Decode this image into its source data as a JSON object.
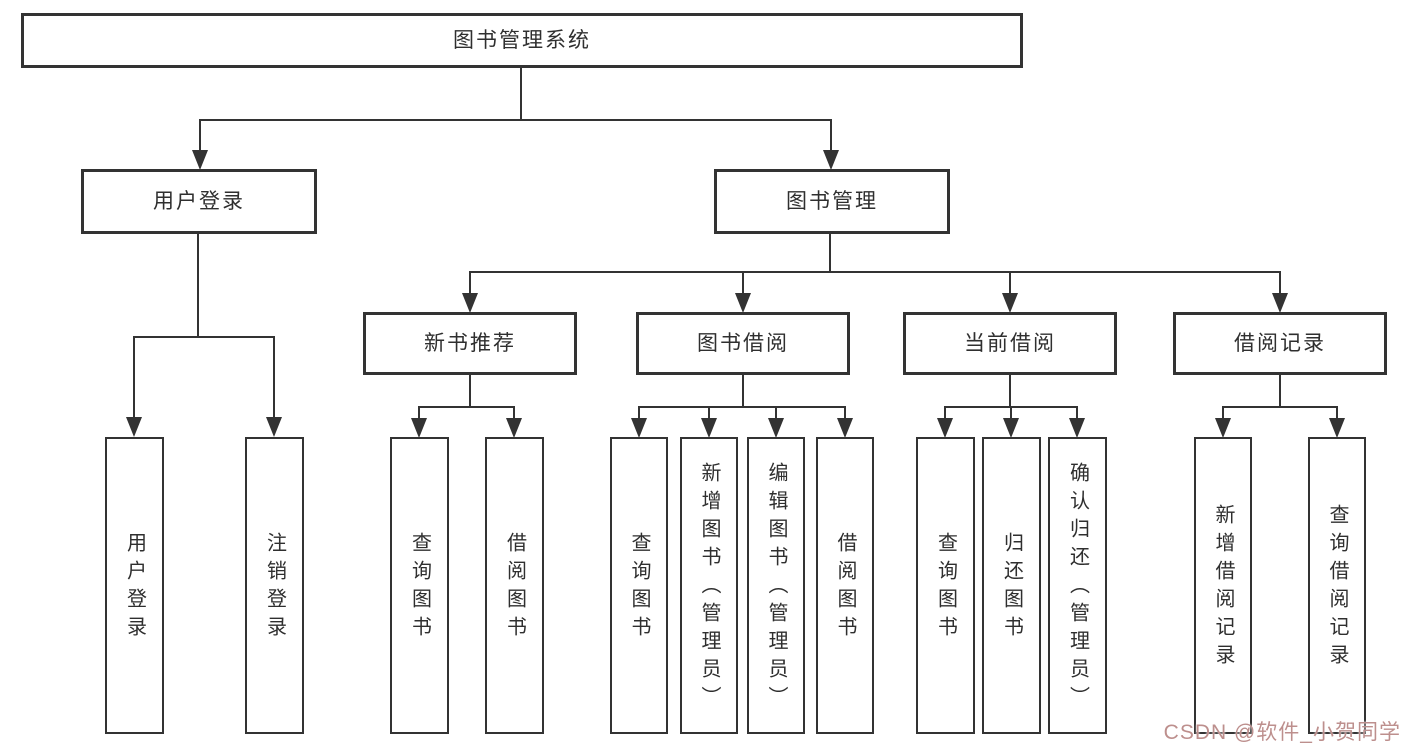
{
  "diagram": {
    "root": {
      "label": "图书管理系统",
      "children": [
        {
          "label": "用户登录",
          "children": [
            {
              "label": "用户登录"
            },
            {
              "label": "注销登录"
            }
          ]
        },
        {
          "label": "图书管理",
          "children": [
            {
              "label": "新书推荐",
              "children": [
                {
                  "label": "查询图书"
                },
                {
                  "label": "借阅图书"
                }
              ]
            },
            {
              "label": "图书借阅",
              "children": [
                {
                  "label": "查询图书"
                },
                {
                  "label": "新增图书（管理员）"
                },
                {
                  "label": "编辑图书（管理员）"
                },
                {
                  "label": "借阅图书"
                }
              ]
            },
            {
              "label": "当前借阅",
              "children": [
                {
                  "label": "查询图书"
                },
                {
                  "label": "归还图书"
                },
                {
                  "label": "确认归还（管理员）"
                }
              ]
            },
            {
              "label": "借阅记录",
              "children": [
                {
                  "label": "新增借阅记录"
                },
                {
                  "label": "查询借阅记录"
                }
              ]
            }
          ]
        }
      ]
    },
    "colors": {
      "line": "#333333",
      "box_border": "#333333",
      "text": "#2f2f2f",
      "background": "#ffffff",
      "watermark": "#bd8f8d"
    }
  },
  "watermark": {
    "text": "CSDN @软件_小贺同学"
  }
}
